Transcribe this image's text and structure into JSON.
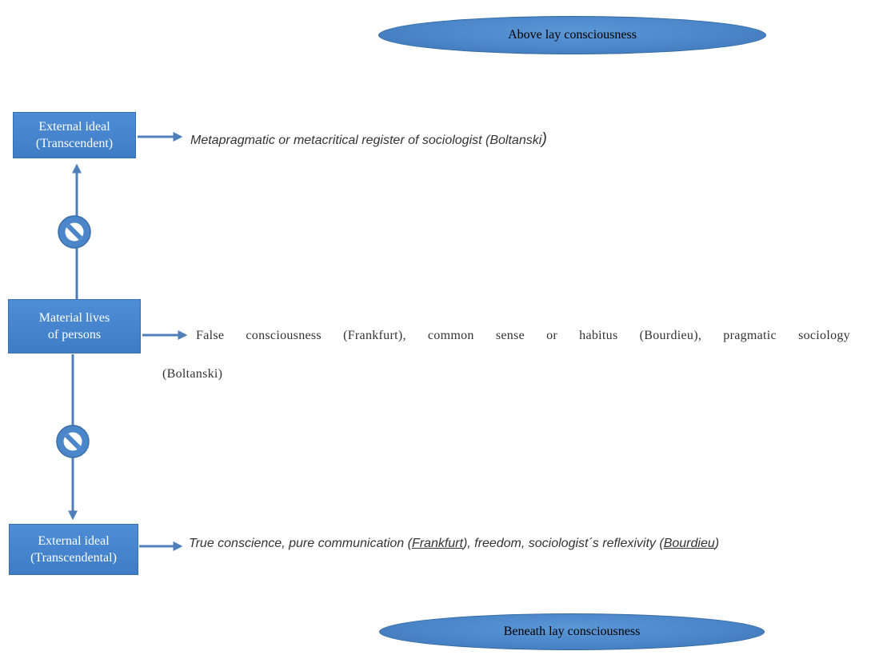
{
  "ellipses": {
    "top": "Above lay consciousness",
    "bottom": "Beneath lay consciousness"
  },
  "boxes": {
    "top": {
      "line1": "External ideal",
      "line2": "(Transcendent)"
    },
    "middle": {
      "line1": "Material lives",
      "line2": "of persons"
    },
    "bottom": {
      "line1": "External ideal",
      "line2": "(Transcendental)"
    }
  },
  "labels": {
    "top": {
      "text": "Metapragmatic or metacritical register of sociologist (Boltanski",
      "close_paren": ")"
    },
    "middle": {
      "line1": "False consciousness (Frankfurt), common sense or habitus (Bourdieu), pragmatic sociology",
      "line2": "(Boltanski)"
    },
    "bottom": {
      "part1": "True conscience, pure communication (",
      "frankfurt": "Frankfurt",
      "part2": "), freedom, sociologist´s reflexivity (",
      "bourdieu": "Bourdieu",
      "part3": ")"
    }
  },
  "colors": {
    "shape_fill": "#4a86c9",
    "arrow": "#4f7fb8",
    "prohibition_fill": "#4a86c9"
  },
  "icons": [
    "prohibition-icon",
    "prohibition-icon"
  ]
}
